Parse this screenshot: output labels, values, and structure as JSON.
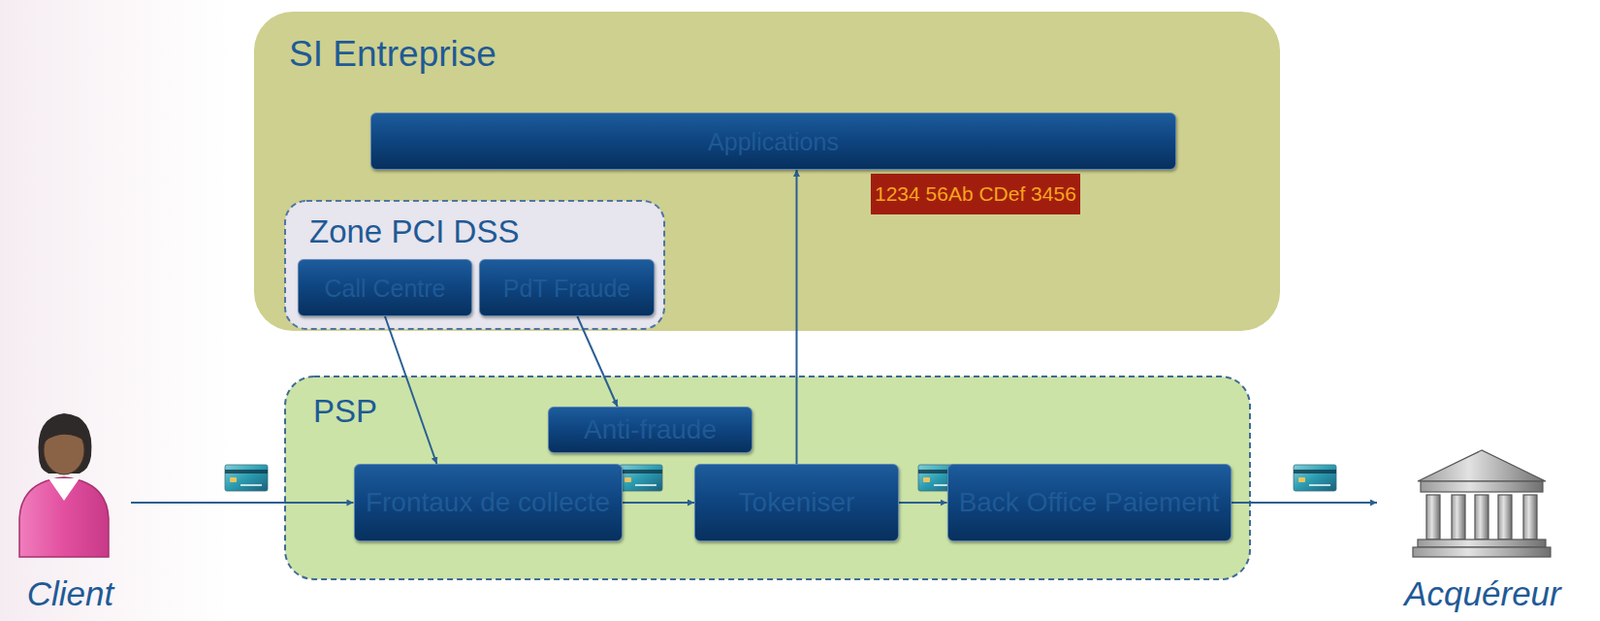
{
  "diagram": {
    "nodes": [
      {
        "text": [
          "SI Entreprise"
        ]
      },
      {
        "text": [
          "Applications"
        ],
        "in": 0
      },
      {
        "text": [
          "Zone PCI DSS"
        ],
        "in": 0
      },
      {
        "text": [
          "Call Centre"
        ],
        "in": 2
      },
      {
        "text": [
          "PdT Fraude"
        ],
        "in": 2
      },
      {
        "text": [
          "Client"
        ]
      },
      {
        "text": [
          "PSP"
        ]
      },
      {
        "text": [
          "Anti-fraude"
        ],
        "in": 6
      },
      {
        "text": [
          "Frontaux de collecte"
        ],
        "in": 6
      },
      {
        "text": [
          "Tokeniser"
        ],
        "in": 6
      },
      {
        "text": [
          "Back Office Paiement"
        ],
        "in": 6
      },
      {
        "text": [
          "Acquéreur"
        ]
      }
    ],
    "edges": [
      {
        "from": 5,
        "to": 8,
        "arrow": "to"
      },
      {
        "from": 8,
        "to": 9,
        "arrow": "to"
      },
      {
        "from": 9,
        "to": 10,
        "arrow": "to"
      },
      {
        "from": 10,
        "to": 11,
        "arrow": "to"
      },
      {
        "from": 3,
        "to": 8,
        "arrow": "to"
      },
      {
        "from": 4,
        "to": 7,
        "arrow": "to"
      },
      {
        "from": 9,
        "to": 1,
        "arrow": "to"
      }
    ],
    "labels": [
      "1234 56Ab CDef 3456"
    ]
  }
}
